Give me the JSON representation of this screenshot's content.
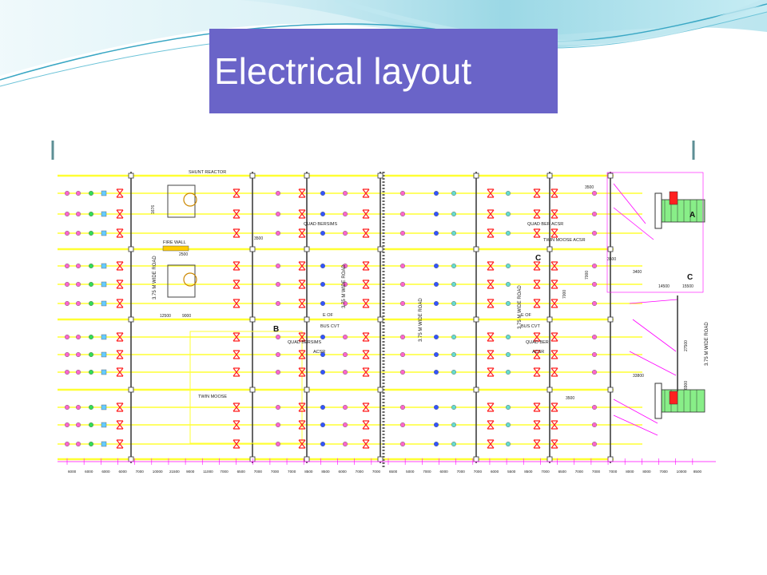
{
  "slide": {
    "title": "Electrical layout"
  },
  "colors": {
    "title_box": "#6a64c8",
    "conductor": "#ffff33",
    "dimension": "#ff00ff",
    "equipment_red": "#ff2020",
    "bay_structure": "#333333",
    "frame": "#5d8f95"
  },
  "diagram": {
    "labels": {
      "shunt_reactor": "SHUNT REACTOR",
      "fire_wall": "FIRE WALL",
      "quad_bersims": "QUAD BERSIMS",
      "quad_ber_acsr": "QUAD BER ACSR",
      "twin_moose_acsr": "TWIN MOOSE ACSR",
      "quad_bersims_acsr_1": "QUAD BERSIMS",
      "quad_bersims_acsr_2": "ACSR",
      "quad_ber_1": "QUAD BER",
      "quad_ber_2": "ACSR",
      "twin_moose": "TWIN MOOSE",
      "road_1": "3.75 M WIDE ROAD",
      "road_2": "3.75 M WIDE ROAD",
      "road_3": "3.75 M WIDE ROAD",
      "road_4": "3.75 M WIDE ROAD",
      "road_5": "3.75 M WIDE ROAD",
      "bus_cvt_1a": "E OF",
      "bus_cvt_1b": "BUS CVT",
      "bus_cvt_2a": "E OF",
      "bus_cvt_2b": "BUS CVT",
      "section_b": "B",
      "section_c": "C",
      "section_c2": "C",
      "section_a": "A"
    },
    "dims_left": {
      "d1": "12500",
      "d2": "9000",
      "d3": "3500",
      "d4": "1676",
      "d5": "3500",
      "d6": "3500",
      "d7": "2500"
    },
    "dims_right": {
      "r1": "14500",
      "r2": "15500",
      "r3": "27500",
      "r4": "33800",
      "r5": "6900",
      "r6": "7000",
      "r7": "7000",
      "r8": "3500",
      "r9": "3400"
    },
    "bottom_dims": [
      "6000",
      "6000",
      "6000",
      "6000",
      "7000",
      "10000",
      "21500",
      "9000",
      "11000",
      "7000",
      "6500",
      "7000",
      "7000",
      "7000",
      "8500",
      "8500",
      "6000",
      "7000",
      "7000",
      "6500",
      "5000",
      "7000",
      "6000",
      "7000",
      "7000",
      "6000",
      "5500",
      "8500",
      "7000",
      "6500",
      "7000",
      "7000",
      "7000",
      "8000",
      "8000",
      "7000",
      "10000",
      "8500"
    ]
  }
}
